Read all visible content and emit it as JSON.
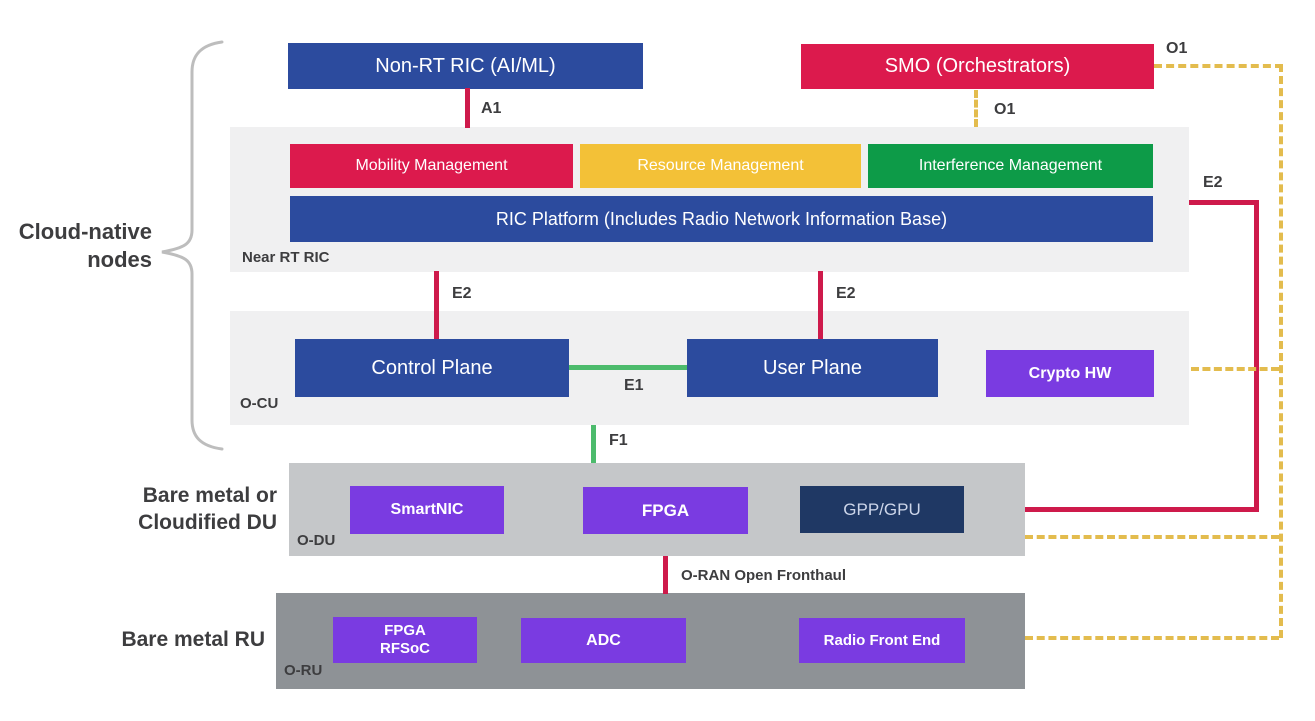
{
  "diagram": {
    "title_context": "O-RAN architecture diagram",
    "side_labels": {
      "cloud_native_line1": "Cloud-native",
      "cloud_native_line2": "nodes",
      "du_line1": "Bare metal or",
      "du_line2": "Cloudified DU",
      "ru": "Bare metal RU"
    },
    "top_boxes": {
      "non_rt_ric": "Non-RT RIC (AI/ML)",
      "smo": "SMO (Orchestrators)"
    },
    "near_rt_ric": {
      "label": "Near RT RIC",
      "mobility": "Mobility Management",
      "resource": "Resource Management",
      "interference": "Interference Management",
      "platform": "RIC Platform (Includes Radio Network Information Base)"
    },
    "o_cu": {
      "label": "O-CU",
      "control_plane": "Control Plane",
      "user_plane": "User Plane",
      "crypto_hw": "Crypto HW"
    },
    "o_du": {
      "label": "O-DU",
      "smartnic": "SmartNIC",
      "fpga": "FPGA",
      "gpp_gpu": "GPP/GPU"
    },
    "o_ru": {
      "label": "O-RU",
      "fpga_rfsoc_line1": "FPGA",
      "fpga_rfsoc_line2": "RFSoC",
      "adc": "ADC",
      "radio_front_end": "Radio Front End"
    },
    "interfaces": {
      "a1": "A1",
      "o1_top": "O1",
      "o1_mid": "O1",
      "e2_left": "E2",
      "e2_mid": "E2",
      "e2_right": "E2",
      "e1": "E1",
      "f1": "F1",
      "fronthaul": "O-RAN Open Fronthaul"
    },
    "colors": {
      "blue": "#2C4B9E",
      "crimson": "#DC1A4D",
      "amber": "#F3C137",
      "green": "#0D9B48",
      "purple": "#7A3BE1",
      "navy": "#1F3864",
      "container_light": "#F0F0F1",
      "container_mid": "#C5C7C9",
      "container_dark": "#8E9296",
      "line_red": "#CE1A4B",
      "line_green": "#4CBB6C",
      "line_yellow_dashed": "#E3BC4E",
      "label_text": "#3D3D3F"
    }
  }
}
